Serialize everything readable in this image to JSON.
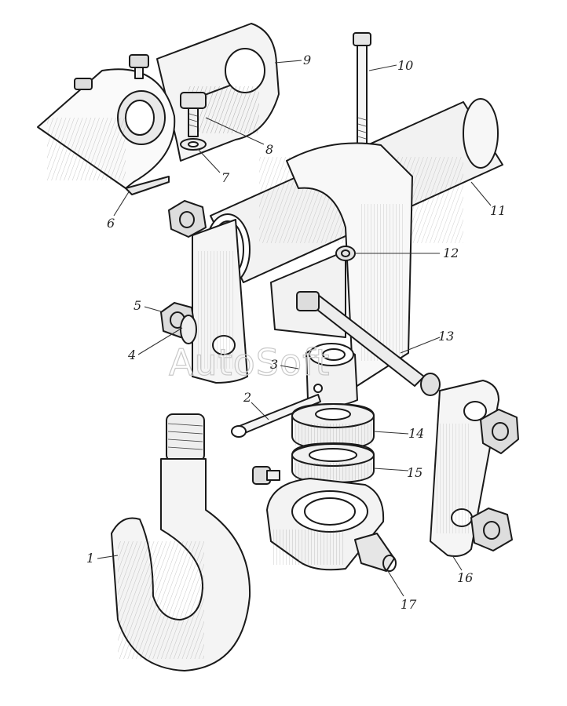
{
  "watermark": "AutoSoft",
  "labels": {
    "l1": "1",
    "l2": "2",
    "l3": "3",
    "l4": "4",
    "l5": "5",
    "l6": "6",
    "l7": "7",
    "l8": "8",
    "l9": "9",
    "l10": "10",
    "l11": "11",
    "l12": "12",
    "l13": "13",
    "l14": "14",
    "l15": "15",
    "l16": "16",
    "l17": "17"
  }
}
